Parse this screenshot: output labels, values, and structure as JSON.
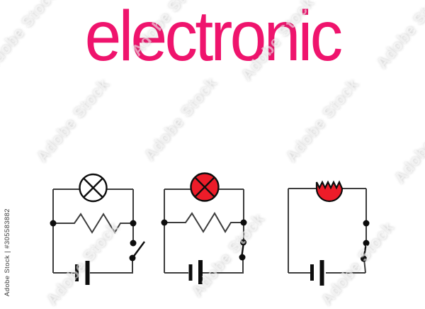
{
  "title": {
    "text": "electronic"
  },
  "watermark": {
    "tile_text": "Adobe Stock",
    "stock_id_text": "Adobe Stock | #305583882"
  },
  "colors": {
    "title_pink": "#ef146d",
    "lamp_red": "#ed1c29",
    "wire": "#3d3d3d",
    "component_black": "#0d0d0d",
    "background": "#ffffff"
  },
  "diagram": {
    "circuits": [
      {
        "name": "circuit-lamp-off",
        "parts": [
          "lamp-off-icon",
          "resistor-icon",
          "open-switch-icon",
          "battery-icon"
        ]
      },
      {
        "name": "circuit-lamp-on",
        "parts": [
          "lamp-on-icon",
          "resistor-icon",
          "closed-switch-icon",
          "battery-icon"
        ]
      },
      {
        "name": "circuit-element",
        "parts": [
          "red-dome-element-icon",
          "closed-switch-icon",
          "battery-icon"
        ]
      }
    ]
  }
}
